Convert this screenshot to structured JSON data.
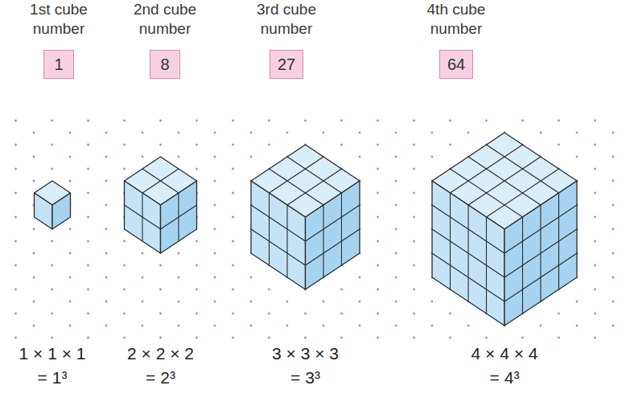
{
  "diagram": {
    "nodes": [
      {
        "text": [
          "1st cube number",
          "1"
        ]
      },
      {
        "text": [
          "2nd cube number",
          "8"
        ]
      },
      {
        "text": [
          "3rd cube number",
          "27"
        ]
      },
      {
        "text": [
          "4th cube number",
          "64"
        ]
      }
    ],
    "labels": [
      "1 × 1 × 1 = 1³",
      "2 × 2 × 2 = 2³",
      "3 × 3 × 3 = 3³",
      "4 × 4 × 4 = 4³"
    ]
  }
}
